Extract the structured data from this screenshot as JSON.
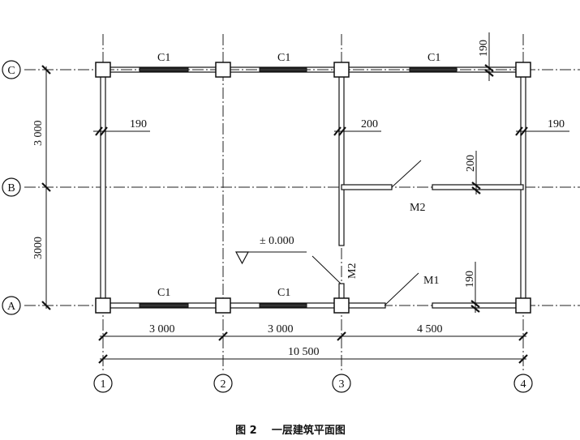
{
  "axes": {
    "rows": [
      "C",
      "B",
      "A"
    ],
    "columns": [
      "1",
      "2",
      "3",
      "4"
    ]
  },
  "dimensions": {
    "vertical_upper": "3 000",
    "vertical_lower": "3000",
    "bay_1": "3 000",
    "bay_2": "3 000",
    "bay_3": "4 500",
    "total": "10 500"
  },
  "wall_thickness": {
    "axis1": "190",
    "axis3": "200",
    "axis4": "190",
    "top_right": "190",
    "axisB_right": "200",
    "axisA_right": "190"
  },
  "labels": {
    "window_c_1": "C1",
    "window_c_2": "C1",
    "window_c_3": "C1",
    "window_a_1": "C1",
    "window_a_2": "C1",
    "door_m2_b": "M2",
    "door_m2_3": "M2",
    "door_m1": "M1",
    "level": "± 0.000"
  },
  "caption": "图 2    一层建筑平面图"
}
